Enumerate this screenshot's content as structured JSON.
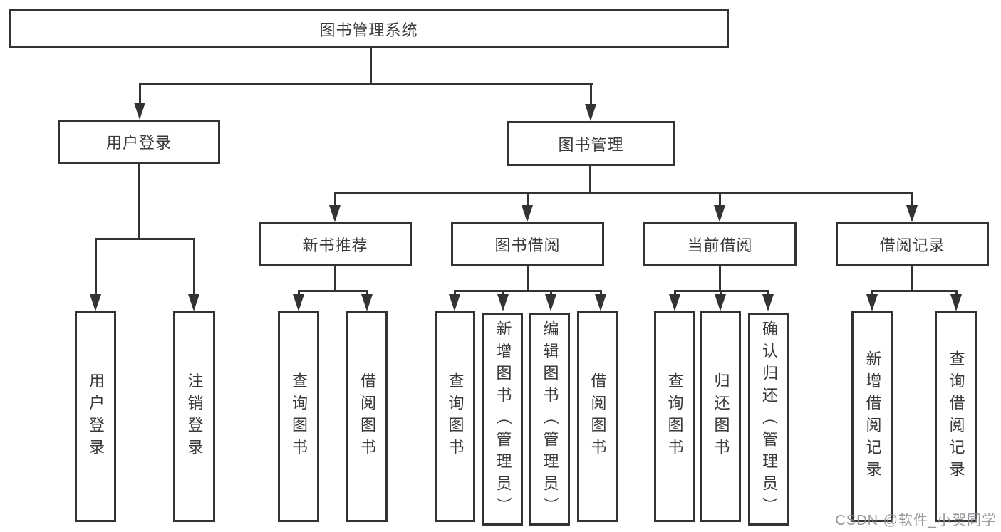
{
  "root": {
    "label": "图书管理系统"
  },
  "level2": [
    "用户登录",
    "图书管理"
  ],
  "level3": [
    "新书推荐",
    "图书借阅",
    "当前借阅",
    "借阅记录"
  ],
  "leaves": {
    "login": [
      "用户登录",
      "注销登录"
    ],
    "recommend": [
      "查询图书",
      "借阅图书"
    ],
    "borrow": [
      "查询图书",
      "新增图书（管理员）",
      "编辑图书（管理员）",
      "借阅图书"
    ],
    "current": [
      "查询图书",
      "归还图书",
      "确认归还（管理员）"
    ],
    "records": [
      "新增借阅记录",
      "查询借阅记录"
    ]
  },
  "watermark": {
    "text": "CSDN @软件_小贺同学"
  },
  "colors": {
    "line": "#333333",
    "text": "#3a3a3a",
    "background": "#ffffff",
    "watermark": "#878a8e"
  }
}
